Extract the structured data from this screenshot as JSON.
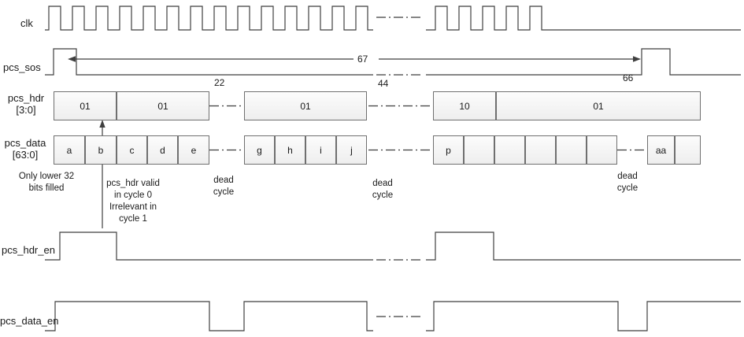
{
  "signal_labels": {
    "clk": "clk",
    "pcs_sos": "pcs_sos",
    "pcs_hdr": [
      "pcs_hdr",
      "[3:0]"
    ],
    "pcs_data": [
      "pcs_data",
      "[63:0]"
    ],
    "pcs_hdr_en": "pcs_hdr_en",
    "pcs_data_en": "pcs_data_en"
  },
  "hdr_boxes": [
    "01",
    "01",
    "01",
    "10",
    "01"
  ],
  "data_boxes": [
    "a",
    "b",
    "c",
    "d",
    "e",
    "g",
    "h",
    "i",
    "j",
    "p",
    "",
    "",
    "",
    "",
    "",
    "aa",
    ""
  ],
  "annotations": {
    "sos_interval": "67",
    "gap1_cycle": "22",
    "gap2_cycle": "44",
    "gap3_cycle": "66",
    "lower32_note": [
      "Only lower 32",
      "bits filled"
    ],
    "hdr_valid_note": [
      "pcs_hdr valid",
      "in cycle 0",
      "Irrelevant in",
      "cycle 1"
    ],
    "dead_cycle": [
      "dead",
      "cycle"
    ]
  },
  "colors": {
    "line": "#3f3f3f",
    "box_border": "#6f6f6f",
    "box_fill": "#f2f2f2"
  }
}
